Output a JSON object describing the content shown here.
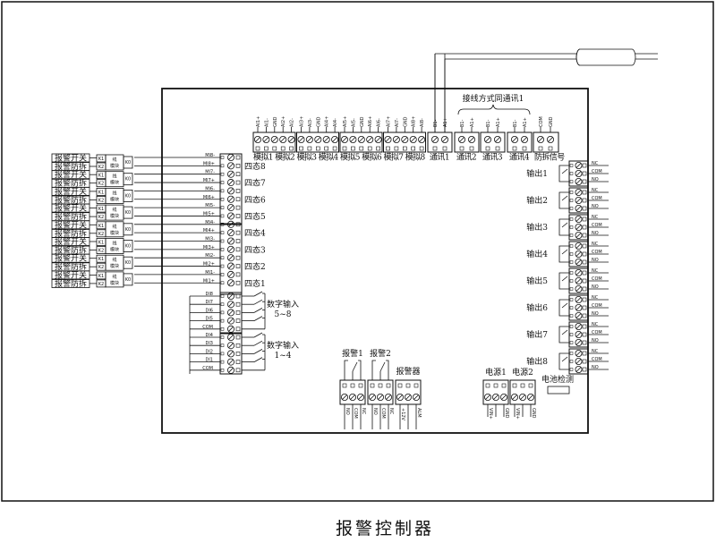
{
  "title": "报警控制器",
  "colors": {
    "line": "#111111",
    "background": "#ffffff"
  },
  "top": {
    "comm_note": "接线方式同通讯1",
    "analog_blocks": [
      {
        "pins": [
          "AI1+",
          "AI1-",
          "GND",
          "AI2+",
          "AI2-"
        ],
        "names": [
          "模拟1",
          "模拟2"
        ]
      },
      {
        "pins": [
          "AI3+",
          "AI3-",
          "GND",
          "AI4+",
          "AI4-"
        ],
        "names": [
          "模拟3",
          "模拟4"
        ]
      },
      {
        "pins": [
          "AI5+",
          "AI5-",
          "GND",
          "AI6+",
          "AI6-"
        ],
        "names": [
          "模拟5",
          "模拟6"
        ]
      },
      {
        "pins": [
          "AI7+",
          "AI7-",
          "GND",
          "AI8+",
          "AI8-"
        ],
        "names": [
          "模拟7",
          "模拟8"
        ]
      }
    ],
    "comm_blocks": [
      {
        "pins": [
          "B1-",
          "A1+"
        ],
        "name": "通讯1"
      },
      {
        "pins": [
          "B1-",
          "A1+"
        ],
        "name": "通讯2"
      },
      {
        "pins": [
          "B1-",
          "A1+"
        ],
        "name": "通讯3"
      },
      {
        "pins": [
          "B1-",
          "A1+"
        ],
        "name": "通讯4"
      }
    ],
    "tamper_block": {
      "pins": [
        "COM",
        "GND"
      ],
      "name": "防拆信号"
    }
  },
  "modules": {
    "switch": "报警开关",
    "tamper": "报警防拆",
    "k1": "K1",
    "k2": "K2",
    "k0": "K0",
    "module_line1": "线",
    "module_line2": "模块"
  },
  "four_state_inputs": [
    {
      "pins": [
        "MI8-",
        "MI8+"
      ],
      "name": "四态8"
    },
    {
      "pins": [
        "MI7-",
        "MI7+"
      ],
      "name": "四态7"
    },
    {
      "pins": [
        "MI6-",
        "MI6+"
      ],
      "name": "四态6"
    },
    {
      "pins": [
        "MI5-",
        "MI5+"
      ],
      "name": "四态5"
    },
    {
      "pins": [
        "MI4-",
        "MI4+"
      ],
      "name": "四态4"
    },
    {
      "pins": [
        "MI3-",
        "MI3+"
      ],
      "name": "四态3"
    },
    {
      "pins": [
        "MI2-",
        "MI2+"
      ],
      "name": "四态2"
    },
    {
      "pins": [
        "MI1-",
        "MI1+"
      ],
      "name": "四态1"
    }
  ],
  "digital_inputs": [
    {
      "pins": [
        "DI8",
        "DI7",
        "DI6",
        "DI5",
        "COM"
      ],
      "name": "数字输入",
      "range": "5~8"
    },
    {
      "pins": [
        "DI4",
        "DI3",
        "DI2",
        "DI1",
        "COM"
      ],
      "name": "数字输入",
      "range": "1~4"
    }
  ],
  "outputs": [
    {
      "name": "输出1",
      "pins": [
        "NC",
        "COM",
        "NO"
      ]
    },
    {
      "name": "输出2",
      "pins": [
        "NC",
        "COM",
        "NO"
      ]
    },
    {
      "name": "输出3",
      "pins": [
        "NC",
        "COM",
        "NO"
      ]
    },
    {
      "name": "输出4",
      "pins": [
        "NC",
        "COM",
        "NO"
      ]
    },
    {
      "name": "输出5",
      "pins": [
        "NC",
        "COM",
        "NO"
      ]
    },
    {
      "name": "输出6",
      "pins": [
        "NC",
        "COM",
        "NO"
      ]
    },
    {
      "name": "输出7",
      "pins": [
        "NC",
        "COM",
        "NO"
      ]
    },
    {
      "name": "输出8",
      "pins": [
        "NC",
        "COM",
        "NO"
      ]
    }
  ],
  "bottom": {
    "alarm_blocks": [
      {
        "name": "报警1",
        "pins": [
          "NO",
          "COM",
          "NC"
        ],
        "relay": true
      },
      {
        "name": "报警2",
        "pins": [
          "NO",
          "COM",
          "NC"
        ],
        "relay": true
      },
      {
        "name": "报警器",
        "pins": [
          "+12V",
          "",
          "ALM"
        ],
        "relay": false
      }
    ],
    "power_blocks": [
      {
        "name": "电源1",
        "pins": [
          "VIN+",
          "",
          "GND"
        ]
      },
      {
        "name": "电源2",
        "pins": [
          "VIN+",
          "",
          "GND"
        ]
      }
    ],
    "battery": "电池检测"
  }
}
